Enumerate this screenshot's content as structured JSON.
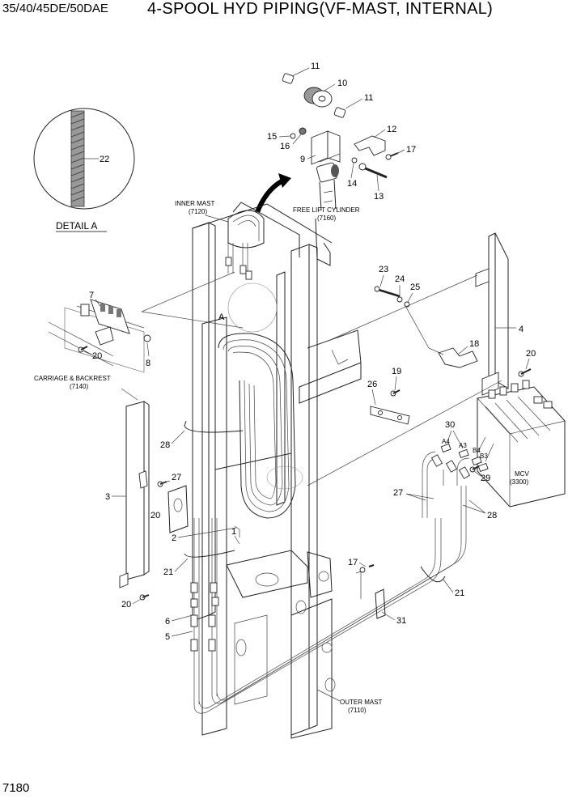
{
  "header": {
    "model": "35/40/45DE/50DAE",
    "title": "4-SPOOL HYD PIPING(VF-MAST, INTERNAL)"
  },
  "footer": {
    "page_number": "7180"
  },
  "detail": {
    "title": "DETAIL A",
    "part": "22",
    "marker": "A"
  },
  "assemblies": {
    "inner_mast": [
      "INNER MAST",
      "(7120)"
    ],
    "free_lift_cylinder": [
      "FREE LIFT CYLINDER",
      "(7160)"
    ],
    "carriage_backrest": [
      "CARRIAGE & BACKREST",
      "(7140)"
    ],
    "mcv": [
      "MCV",
      "(3300)"
    ],
    "outer_mast": [
      "OUTER MAST",
      "(7110)"
    ]
  },
  "ports": [
    "A4",
    "A3",
    "B4",
    "B3"
  ],
  "callouts": [
    "1",
    "2",
    "3",
    "4",
    "5",
    "6",
    "7",
    "8",
    "9",
    "10",
    "11",
    "11",
    "12",
    "13",
    "14",
    "15",
    "16",
    "17",
    "17",
    "18",
    "19",
    "20",
    "20",
    "20",
    "20",
    "21",
    "21",
    "22",
    "23",
    "24",
    "25",
    "26",
    "27",
    "27",
    "28",
    "28",
    "29",
    "30",
    "31"
  ]
}
